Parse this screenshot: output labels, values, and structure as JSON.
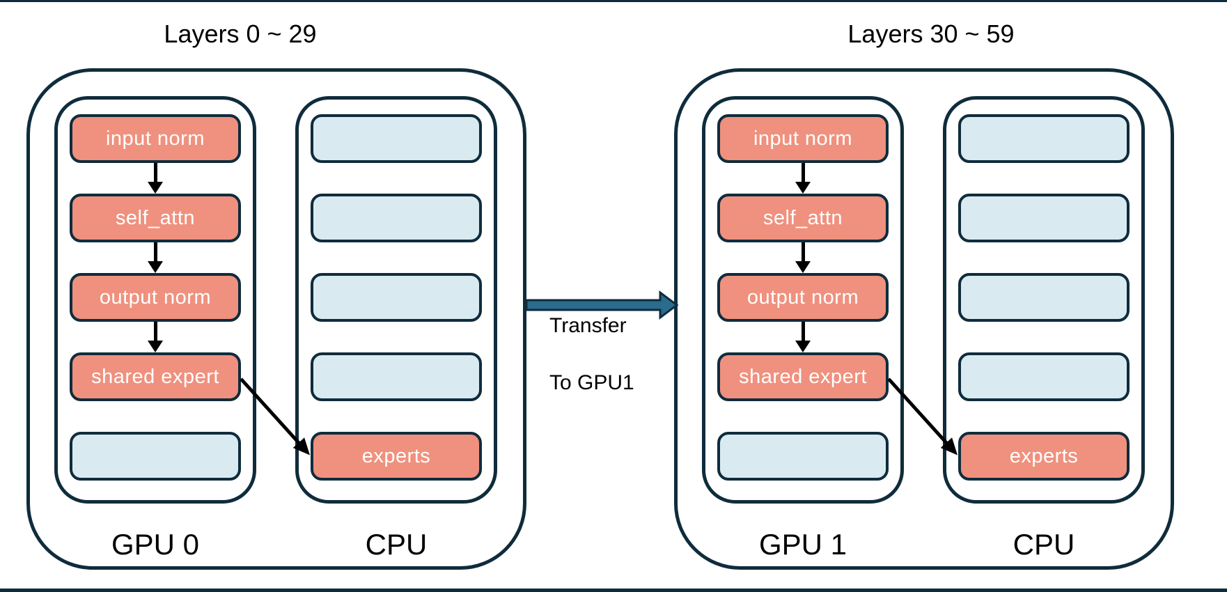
{
  "diagram": {
    "transfer": {
      "line1": "Transfer",
      "line2": "To GPU1"
    },
    "groups": [
      {
        "title": "Layers 0 ~ 29",
        "gpu_label": "GPU 0",
        "cpu_label": "CPU",
        "gpu_boxes": [
          "input norm",
          "self_attn",
          "output norm",
          "shared expert",
          ""
        ],
        "cpu_boxes": [
          "",
          "",
          "",
          "",
          "experts"
        ]
      },
      {
        "title": "Layers 30 ~ 59",
        "gpu_label": "GPU 1",
        "cpu_label": "CPU",
        "gpu_boxes": [
          "input norm",
          "self_attn",
          "output norm",
          "shared expert",
          ""
        ],
        "cpu_boxes": [
          "",
          "",
          "",
          "",
          "experts"
        ]
      }
    ],
    "colors": {
      "ink": "#0f2c3c",
      "module_fill": "#ef917e",
      "empty_fill": "#d9eaf1",
      "transfer_arrow_fill": "#2a6b8e",
      "module_text": "#ffffff",
      "text": "#000000"
    }
  }
}
